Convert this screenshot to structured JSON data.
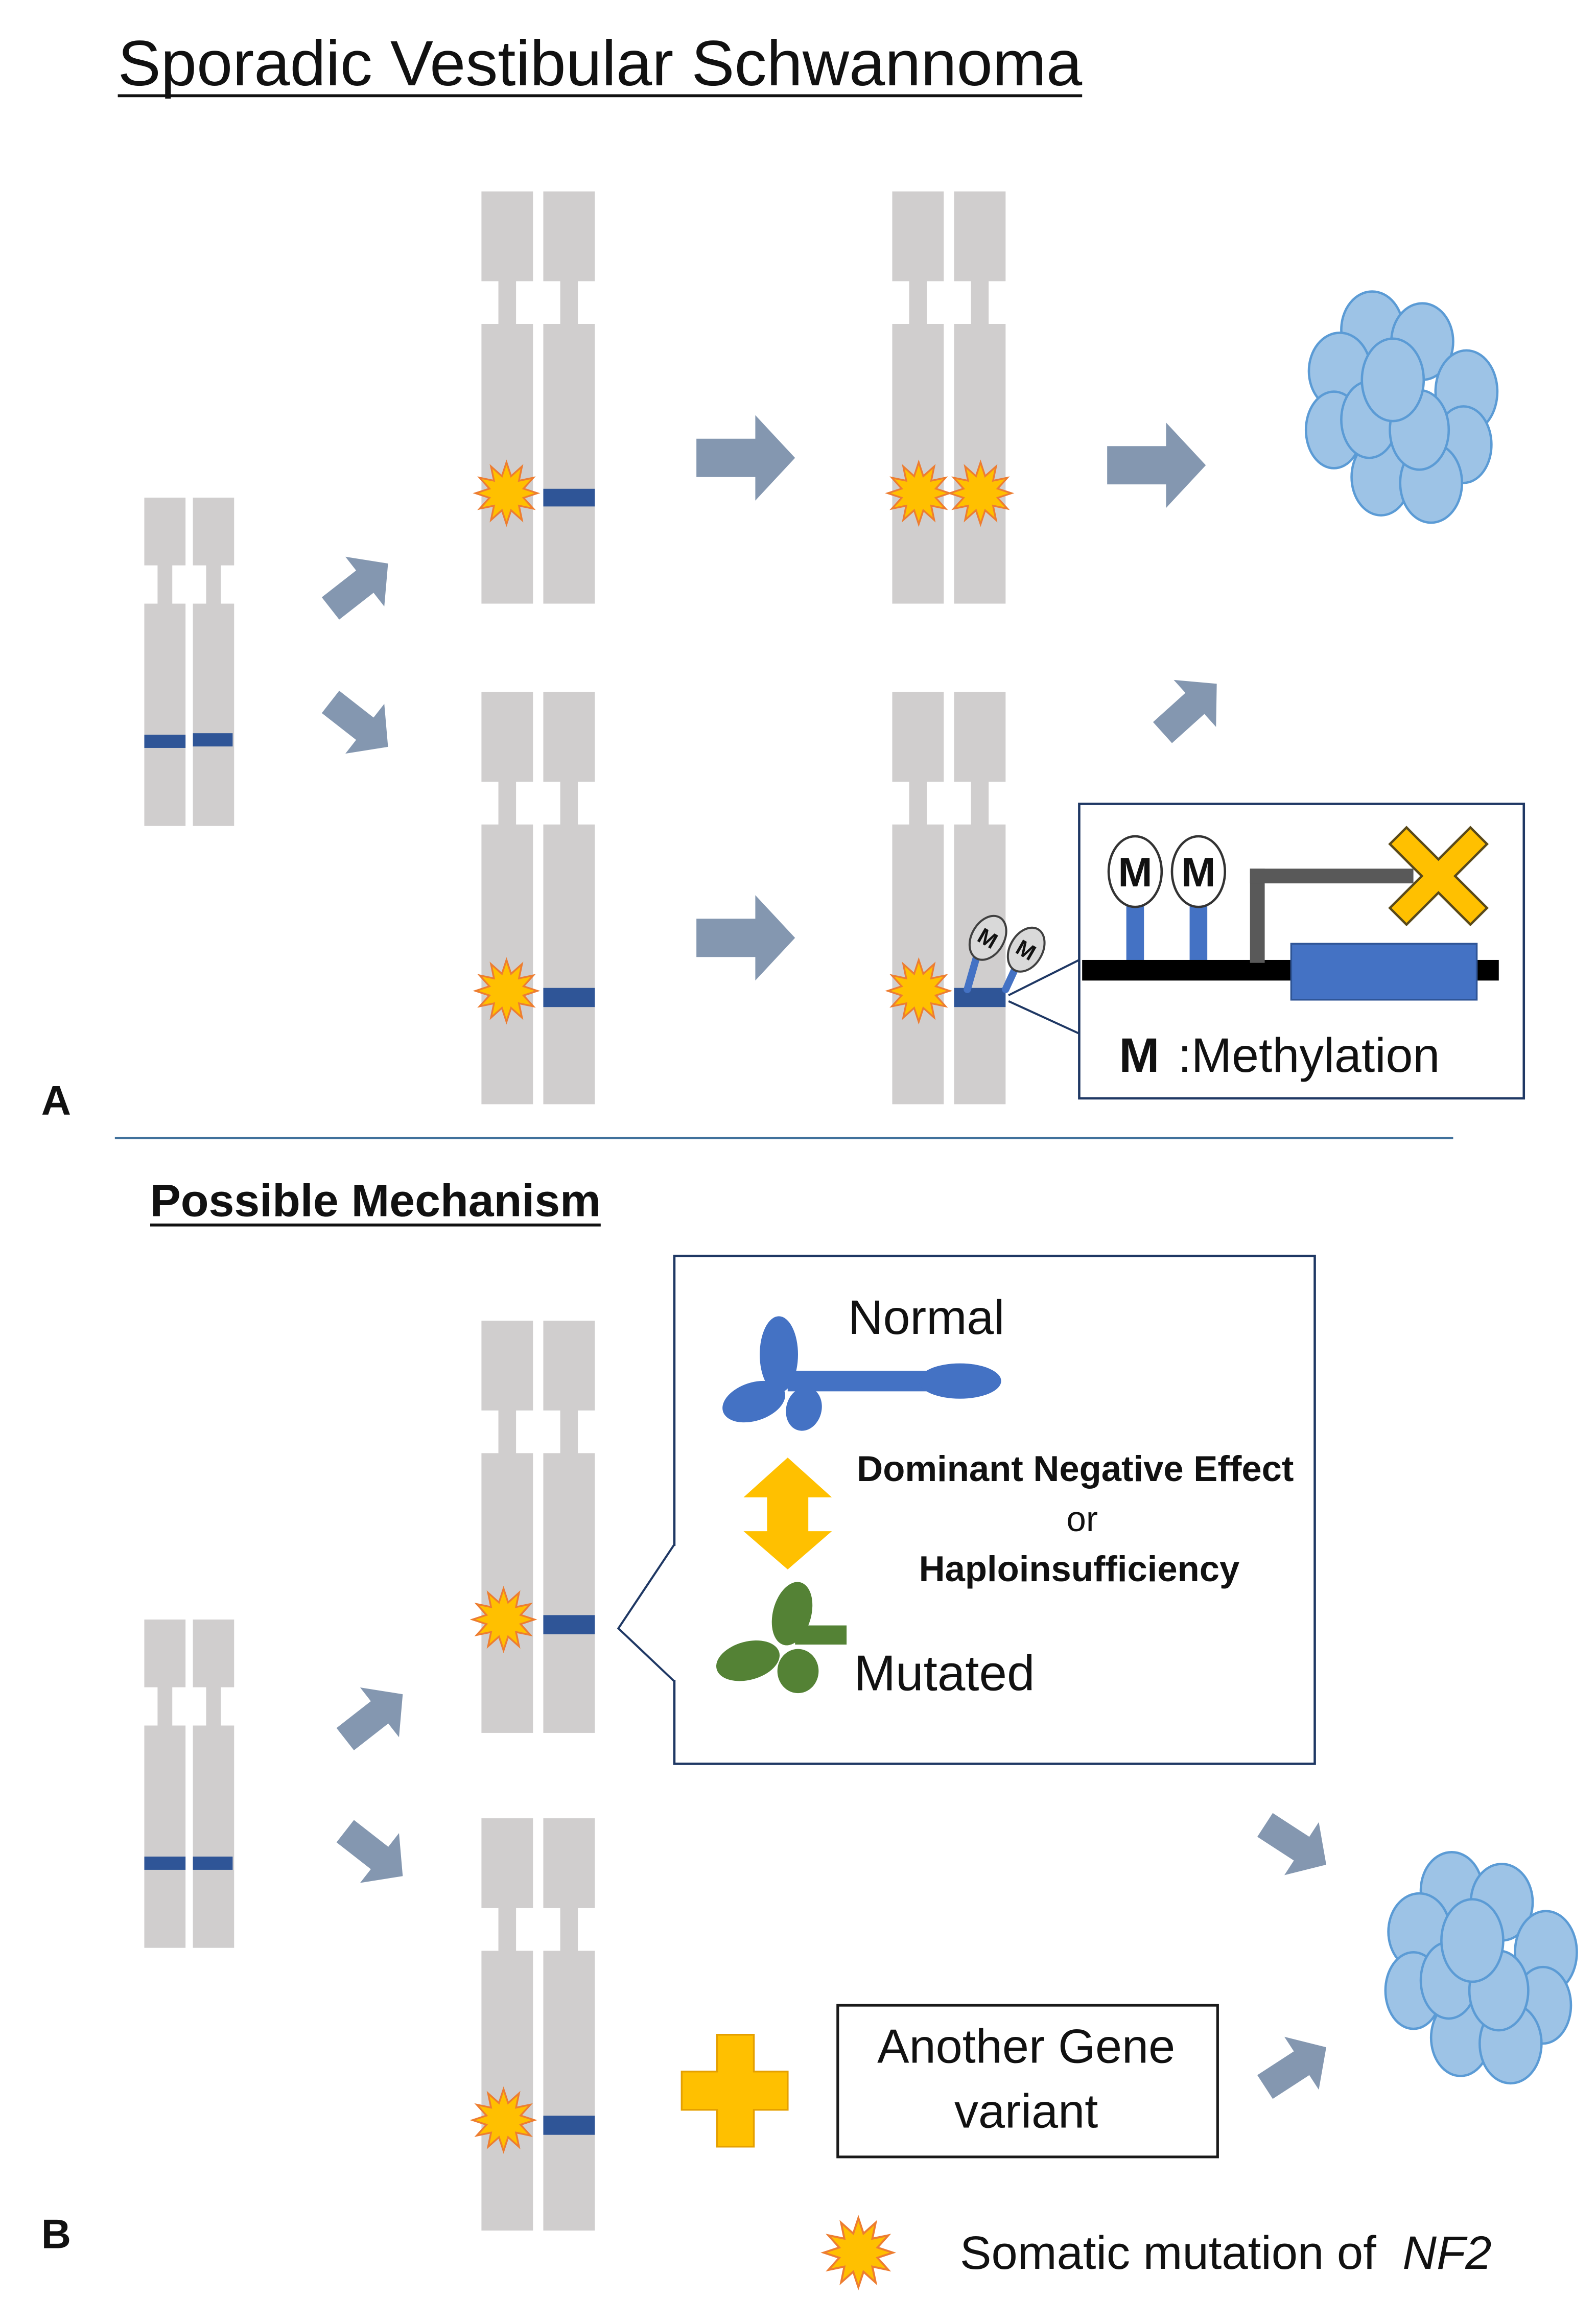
{
  "title": "Sporadic Vestibular Schwannoma",
  "panel_a": {
    "label": "A",
    "methylation_mark": "M",
    "methylation_legend": {
      "symbol": "M",
      "text": ":Methylation"
    }
  },
  "panel_b": {
    "label": "B",
    "heading": "Possible Mechanism",
    "protein_box": {
      "normal_label": "Normal",
      "effect_label": "Dominant Negative Effect",
      "or_label": "or",
      "alt_effect_label": "Haploinsufficiency",
      "mutated_label": "Mutated"
    },
    "another_gene_box": {
      "line1": "Another Gene",
      "line2": "variant"
    }
  },
  "legend": {
    "icon": "burst-star-icon",
    "text": "Somatic mutation of",
    "gene": "NF2"
  },
  "colors": {
    "arrow": "#8497b0",
    "chromosome": "#d0cece",
    "band": "#2f5597",
    "star": "#ffc000",
    "star_outline": "#ed7d31",
    "normal_protein": "#4472c4",
    "mutated_protein": "#548235",
    "gene": "#4472c4",
    "tumor": "#9dc3e6",
    "tumor_outline": "#5b9bd5",
    "marker": "#ffc000"
  }
}
